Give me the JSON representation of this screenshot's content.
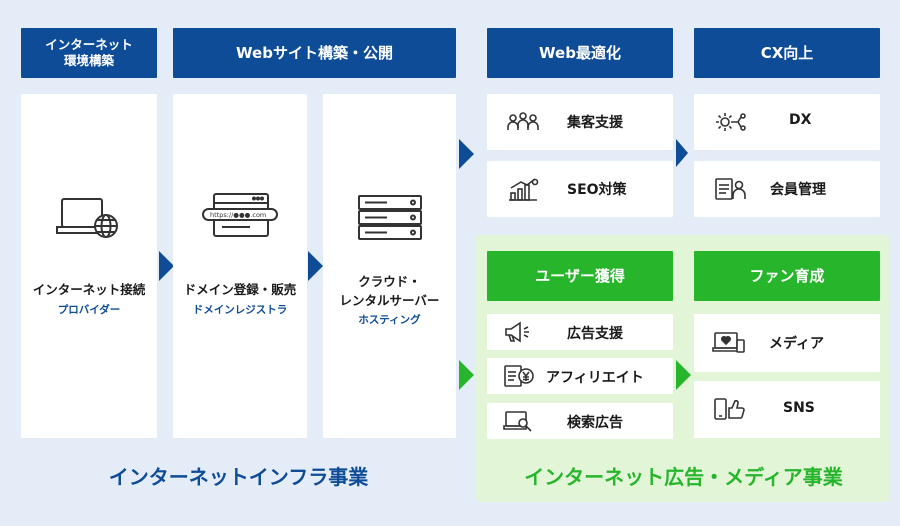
{
  "headers": {
    "internet_env": "インターネット\n環境構築",
    "web_site": "Webサイト構築・公開",
    "web_opt": "Web最適化",
    "cx": "CX向上",
    "user_acq": "ユーザー獲得",
    "fan": "ファン育成"
  },
  "infra_cards": [
    {
      "title": "インターネット接続",
      "sub": "プロバイダー"
    },
    {
      "title": "ドメイン登録・販売",
      "sub": "ドメインレジストラ",
      "url_text": "https://●●●.com"
    },
    {
      "title": "クラウド・\nレンタルサーバー",
      "sub": "ホスティング"
    }
  ],
  "web_opt_items": [
    "集客支援",
    "SEO対策"
  ],
  "cx_items": [
    "DX",
    "会員管理"
  ],
  "user_acq_items": [
    "広告支援",
    "アフィリエイト",
    "検索広告"
  ],
  "fan_items": [
    "メディア",
    "SNS"
  ],
  "footers": {
    "infra": "インターネットインフラ事業",
    "ad_media": "インターネット広告・メディア事業"
  },
  "colors": {
    "blue": "#0e4c98",
    "green": "#27b52c",
    "bg": "#e4ecf7",
    "green_bg": "#e2f5d6"
  }
}
